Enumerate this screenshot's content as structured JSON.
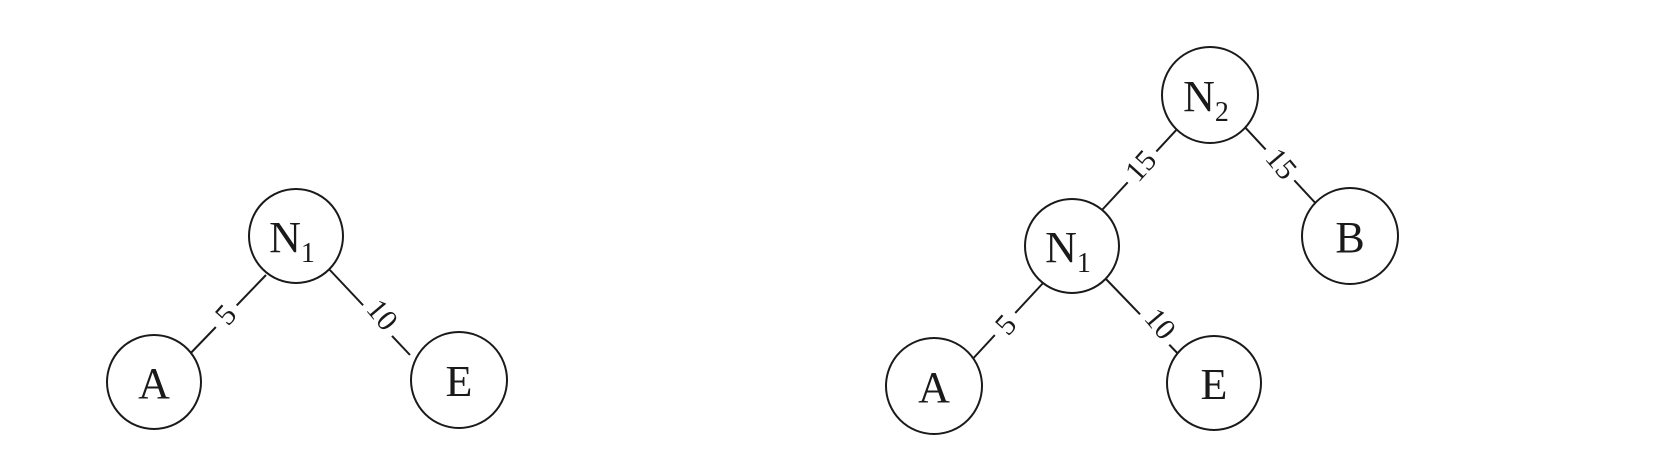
{
  "trees": [
    {
      "nodes": [
        {
          "id": "N1",
          "label": "N",
          "sub": "1"
        },
        {
          "id": "A",
          "label": "A",
          "sub": ""
        },
        {
          "id": "E",
          "label": "E",
          "sub": ""
        }
      ],
      "edges": [
        {
          "from": "N1",
          "to": "A",
          "weight": "5"
        },
        {
          "from": "N1",
          "to": "E",
          "weight": "10"
        }
      ]
    },
    {
      "nodes": [
        {
          "id": "N2",
          "label": "N",
          "sub": "2"
        },
        {
          "id": "N1",
          "label": "N",
          "sub": "1"
        },
        {
          "id": "B",
          "label": "B",
          "sub": ""
        },
        {
          "id": "A",
          "label": "A",
          "sub": ""
        },
        {
          "id": "E",
          "label": "E",
          "sub": ""
        }
      ],
      "edges": [
        {
          "from": "N2",
          "to": "N1",
          "weight": "15"
        },
        {
          "from": "N2",
          "to": "B",
          "weight": "15"
        },
        {
          "from": "N1",
          "to": "A",
          "weight": "5"
        },
        {
          "from": "N1",
          "to": "E",
          "weight": "10"
        }
      ]
    }
  ]
}
